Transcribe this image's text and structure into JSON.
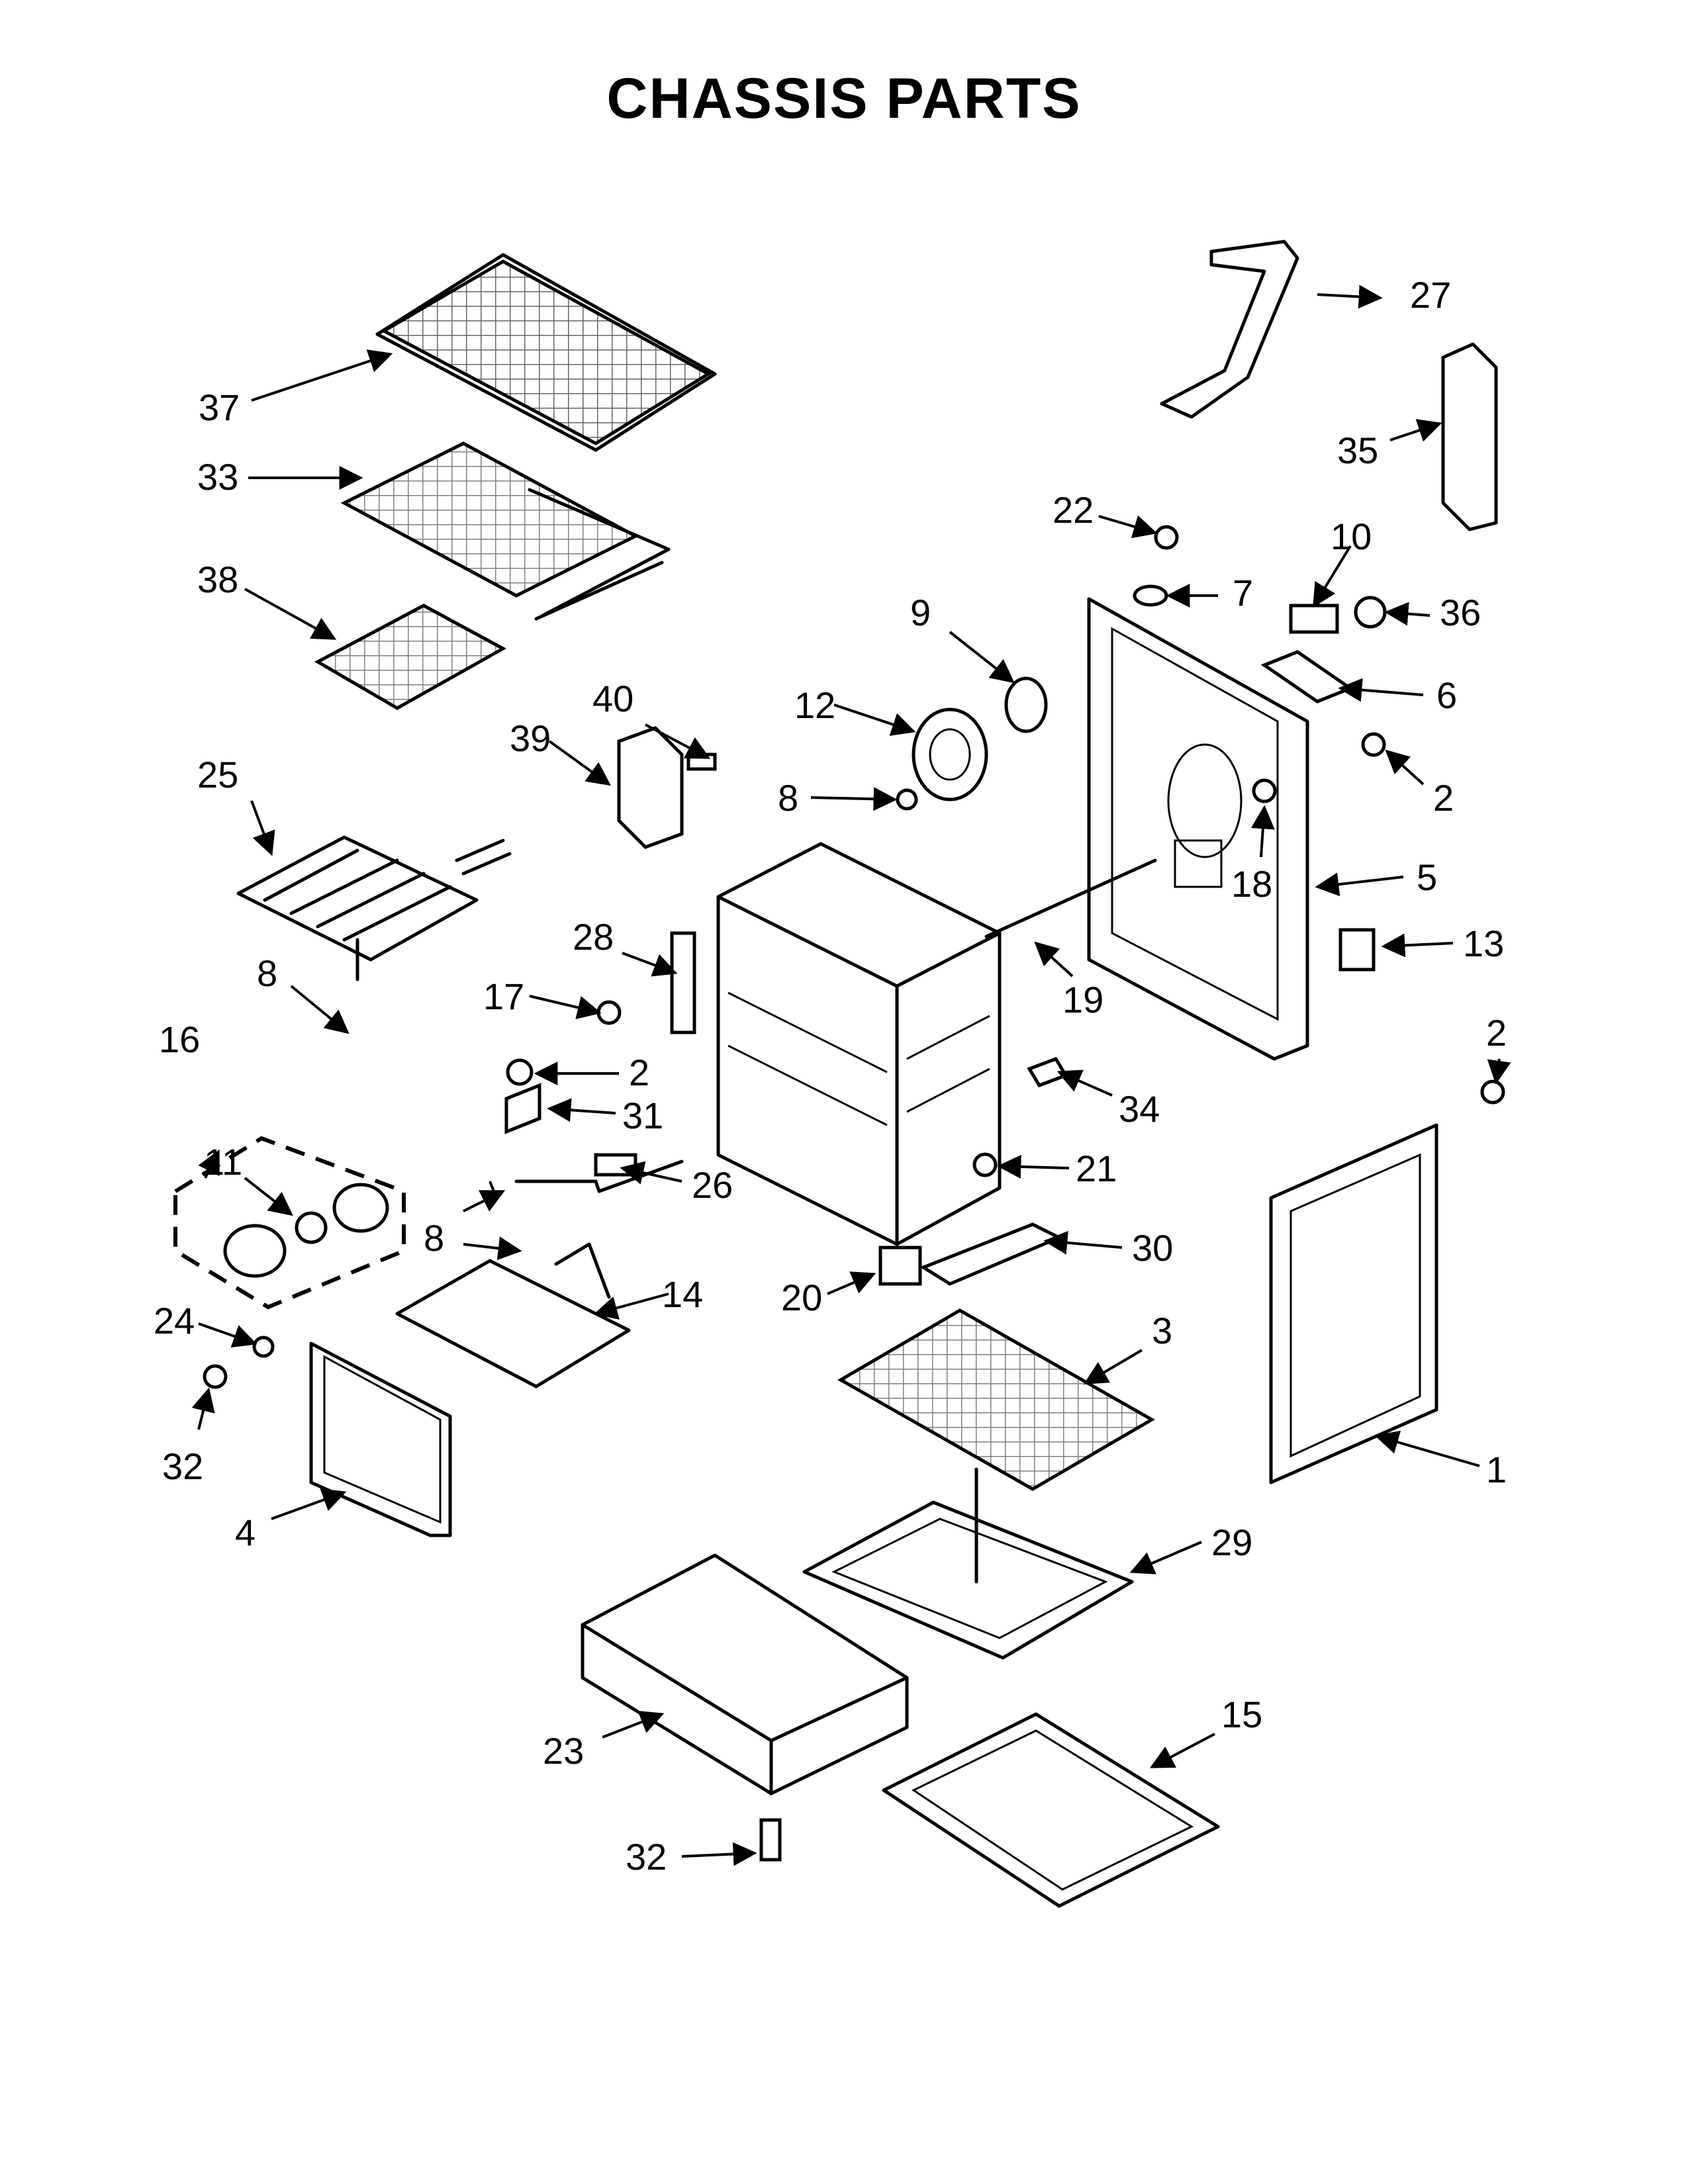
{
  "title": "CHASSIS PARTS",
  "callouts": [
    "1",
    "2",
    "3",
    "4",
    "5",
    "6",
    "7",
    "8",
    "9",
    "10",
    "11",
    "12",
    "13",
    "14",
    "15",
    "16",
    "17",
    "18",
    "19",
    "20",
    "21",
    "22",
    "23",
    "24",
    "25",
    "26",
    "27",
    "28",
    "29",
    "30",
    "31",
    "32",
    "33",
    "34",
    "35",
    "36",
    "37",
    "38",
    "39",
    "40"
  ]
}
